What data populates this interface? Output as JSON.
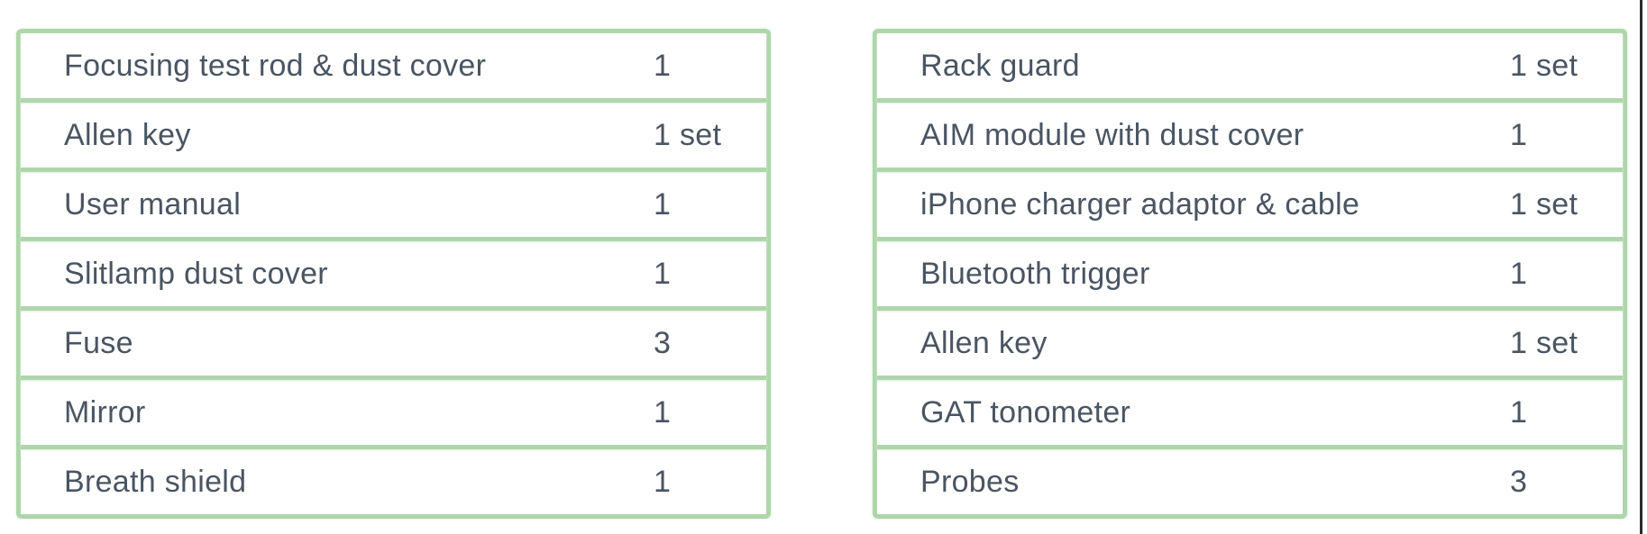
{
  "colors": {
    "table_border": "#aed6aa",
    "text": "#4a5562",
    "background": "#ffffff",
    "page_edge_line": "#2b2b2b"
  },
  "tables": [
    {
      "id": "accessories-table-left",
      "rows": [
        {
          "item": "Focusing test rod & dust cover",
          "qty": "1"
        },
        {
          "item": "Allen key",
          "qty": "1 set"
        },
        {
          "item": "User manual",
          "qty": "1"
        },
        {
          "item": "Slitlamp dust cover",
          "qty": "1"
        },
        {
          "item": "Fuse",
          "qty": "3"
        },
        {
          "item": "Mirror",
          "qty": "1"
        },
        {
          "item": "Breath shield",
          "qty": "1"
        }
      ]
    },
    {
      "id": "accessories-table-right",
      "rows": [
        {
          "item": "Rack guard",
          "qty": "1 set"
        },
        {
          "item": "AIM module with dust cover",
          "qty": "1"
        },
        {
          "item": "iPhone charger adaptor & cable",
          "qty": "1 set"
        },
        {
          "item": "Bluetooth trigger",
          "qty": "1"
        },
        {
          "item": "Allen key",
          "qty": "1 set"
        },
        {
          "item": "GAT tonometer",
          "qty": "1"
        },
        {
          "item": "Probes",
          "qty": "3"
        }
      ]
    }
  ]
}
